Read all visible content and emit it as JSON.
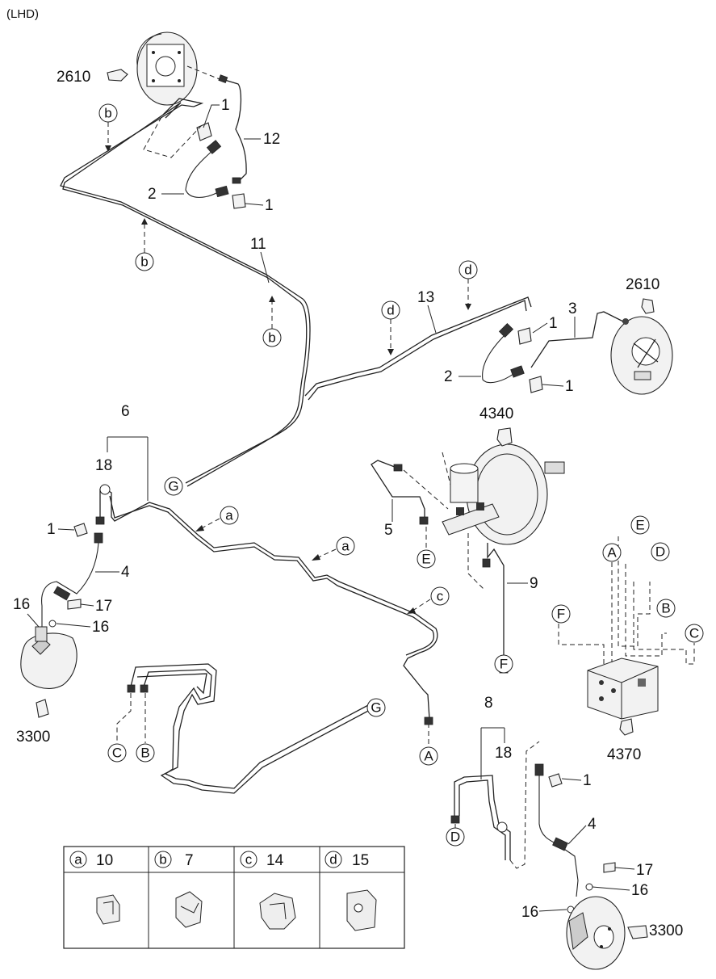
{
  "header": {
    "variant": "(LHD)"
  },
  "callouts": {
    "ref_2610_top": "2610",
    "ref_2610_right": "2610",
    "ref_4340": "4340",
    "ref_4370": "4370",
    "ref_3300_left": "3300",
    "ref_3300_right": "3300",
    "n1_a": "1",
    "n1_b": "1",
    "n1_c": "1",
    "n1_d": "1",
    "n1_e": "1",
    "n1_f": "1",
    "n2_a": "2",
    "n2_b": "2",
    "n3": "3",
    "n4_a": "4",
    "n4_b": "4",
    "n5": "5",
    "n6": "6",
    "n8": "8",
    "n9": "9",
    "n11": "11",
    "n12": "12",
    "n13": "13",
    "n16_a": "16",
    "n16_b": "16",
    "n16_c": "16",
    "n16_d": "16",
    "n17_a": "17",
    "n17_b": "17",
    "n18_a": "18",
    "n18_b": "18"
  },
  "connector_letters": {
    "b1": "b",
    "b2": "b",
    "b3": "b",
    "d1": "d",
    "d2": "d",
    "a1": "a",
    "a2": "a",
    "c1": "c",
    "G1": "G",
    "G2": "G",
    "E1": "E",
    "E2": "E",
    "F1": "F",
    "F2": "F",
    "A1": "A",
    "A2": "A",
    "B1": "B",
    "B2": "B",
    "C1": "C",
    "C2": "C",
    "D1": "D",
    "D2": "D"
  },
  "clip_table": [
    {
      "letter": "a",
      "number": "10"
    },
    {
      "letter": "b",
      "number": "7"
    },
    {
      "letter": "c",
      "number": "14"
    },
    {
      "letter": "d",
      "number": "15"
    }
  ]
}
